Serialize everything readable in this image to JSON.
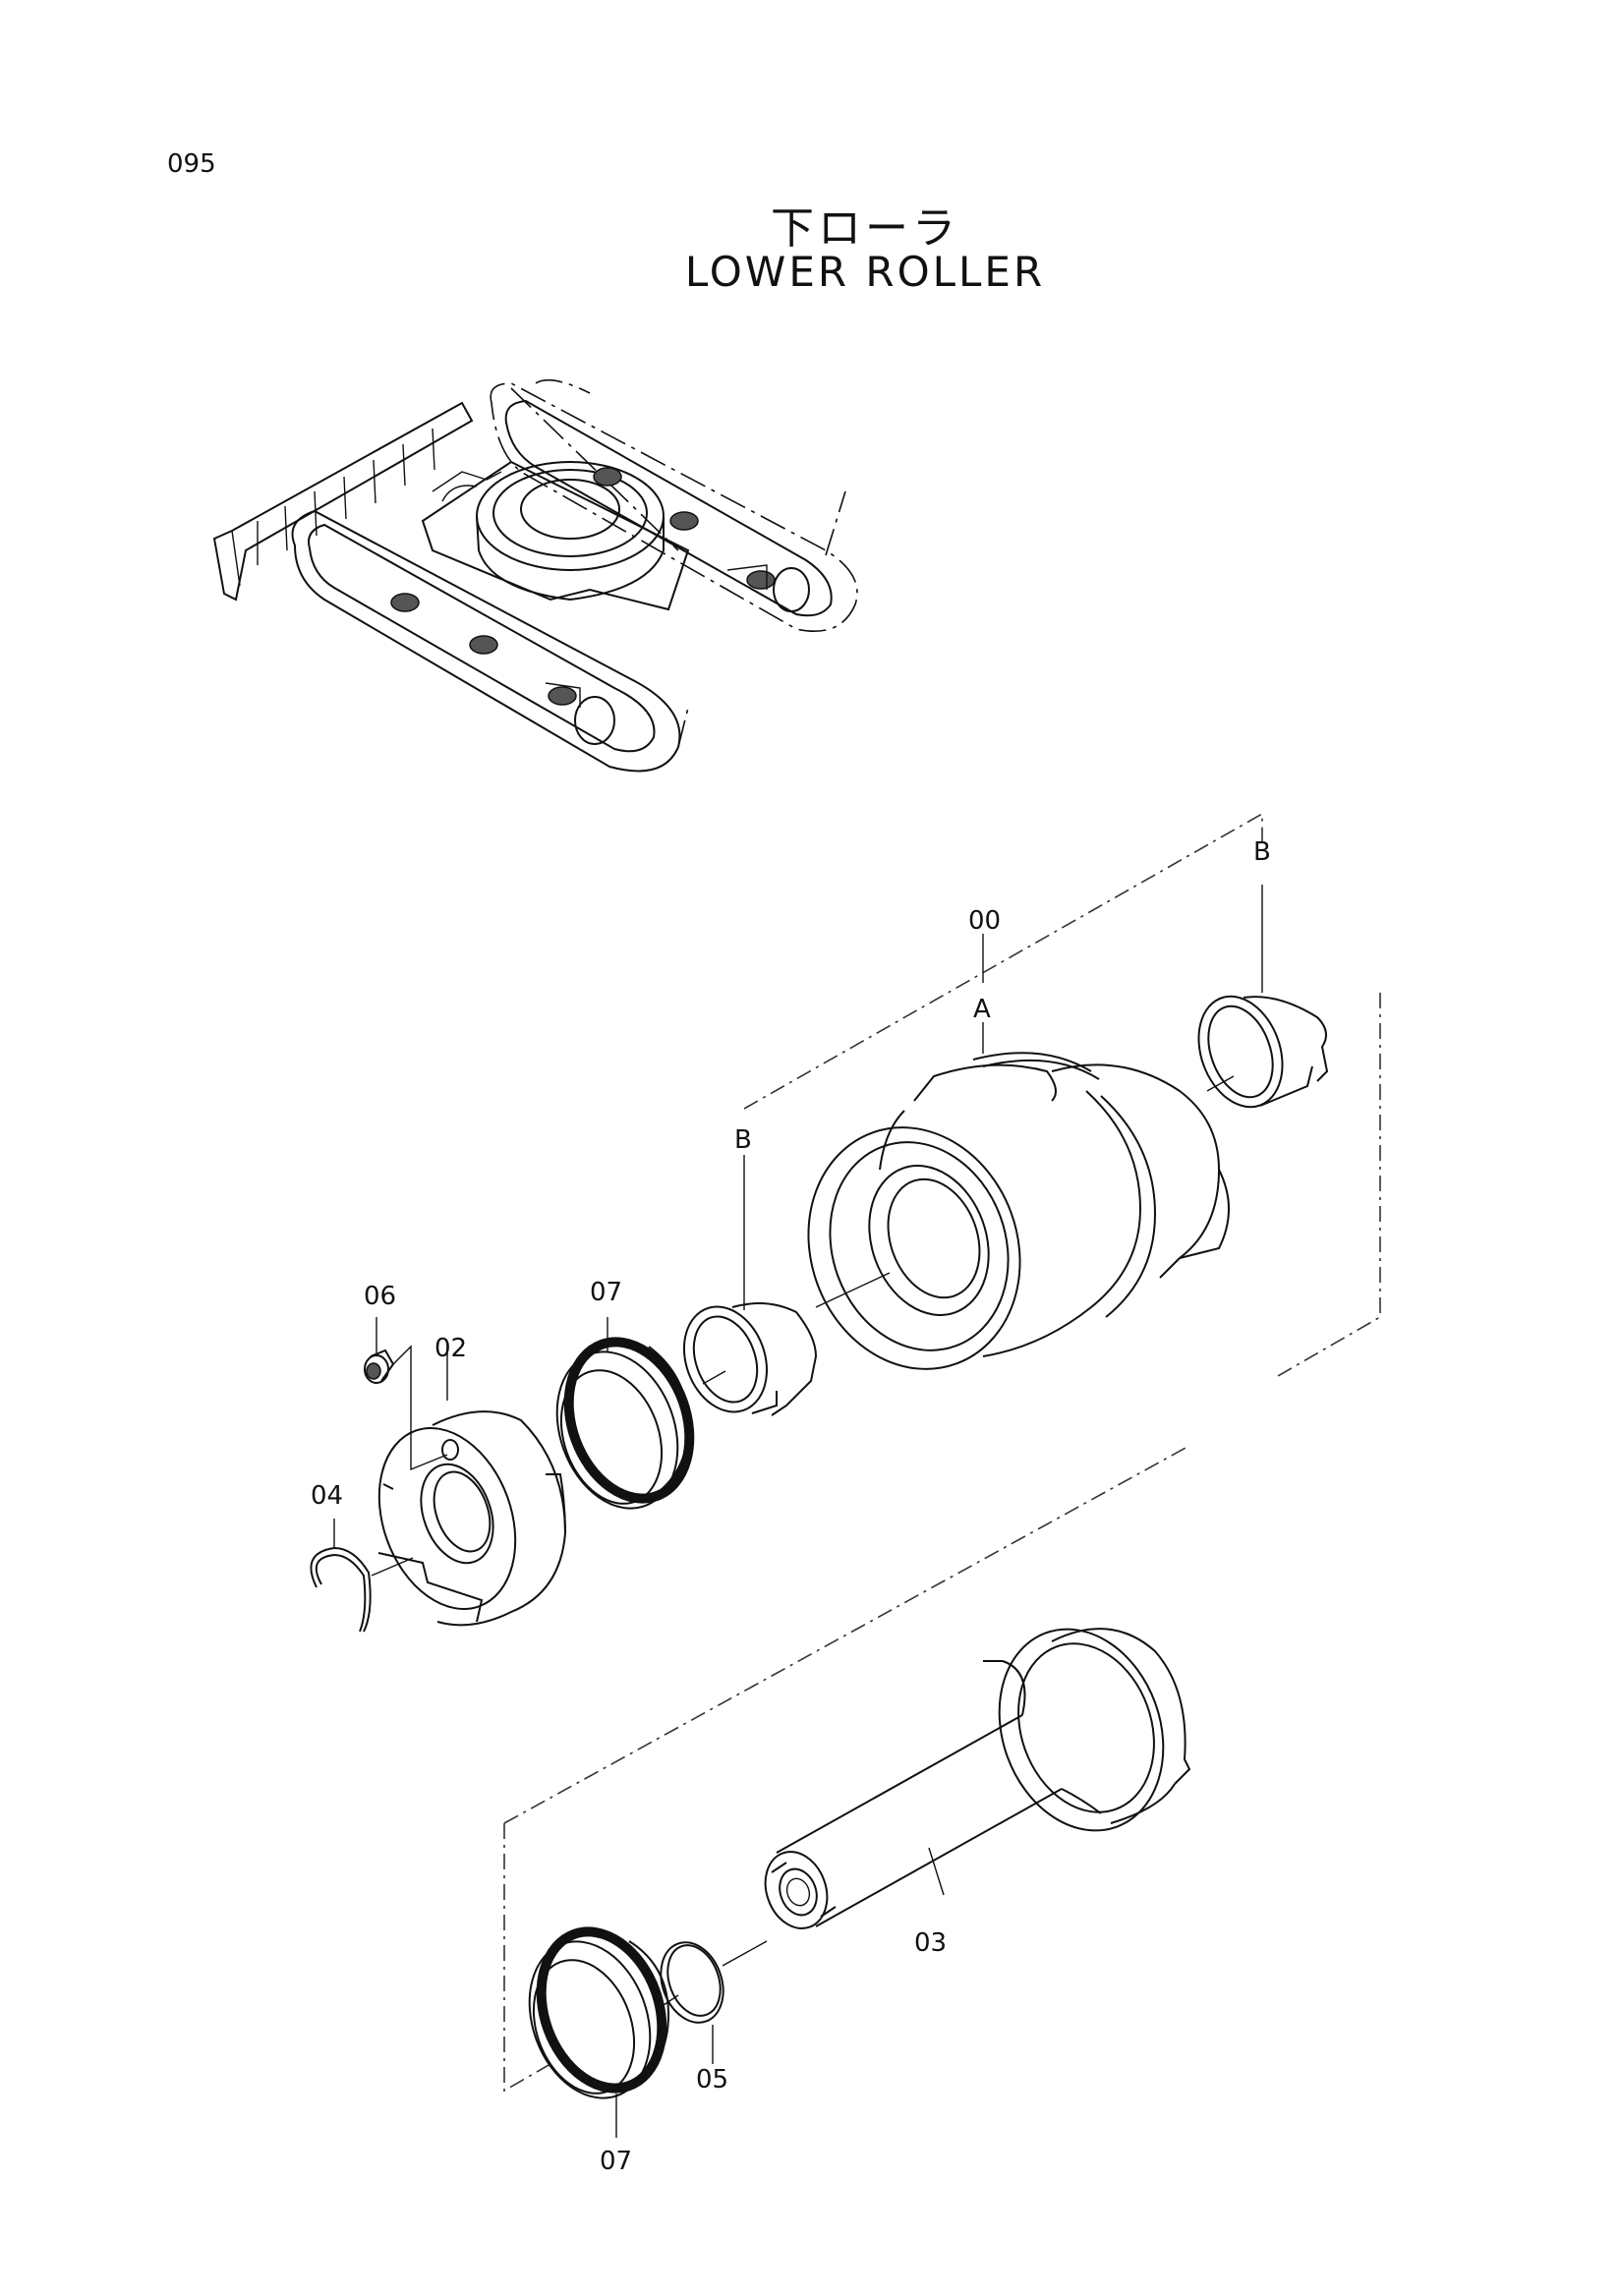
{
  "page": {
    "number": "095"
  },
  "title": {
    "japanese": "下ローラ",
    "english": "LOWER ROLLER"
  },
  "callouts": {
    "assembly": "00",
    "marker_a": "A",
    "marker_b_left": "B",
    "marker_b_right": "B",
    "cap": "02",
    "shaft": "03",
    "retaining_ring": "04",
    "o_ring": "05",
    "plug": "06",
    "floating_seal_upper": "07",
    "floating_seal_lower": "07"
  }
}
